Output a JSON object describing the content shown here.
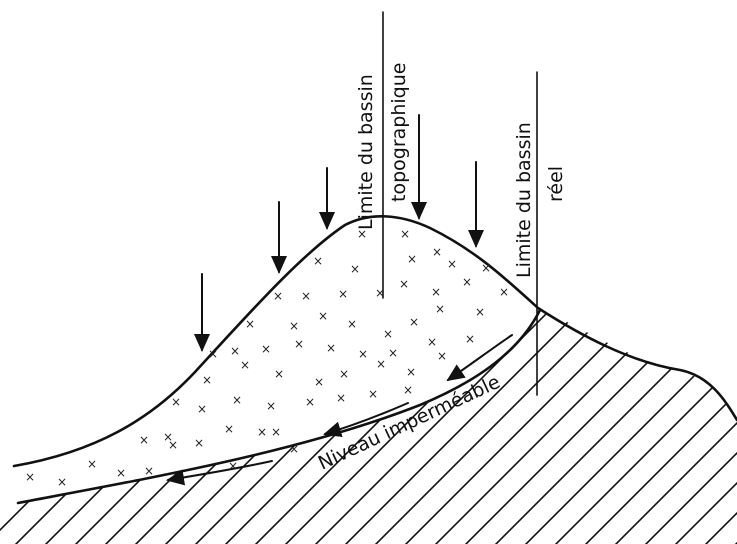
{
  "labels": {
    "topographic_line1": "Limite du bassin",
    "topographic_line2": "topographique",
    "real_line1": "Limite du bassin",
    "real_line2": "réel",
    "impermeable": "Niveau imperméable"
  },
  "icons": {
    "rain_arrow": "down-arrow-icon",
    "flow_arrow": "flow-arrow-icon",
    "permeable_marker": "cross-marker-icon"
  },
  "colors": {
    "ink": "#111111",
    "background": "#ffffff"
  }
}
